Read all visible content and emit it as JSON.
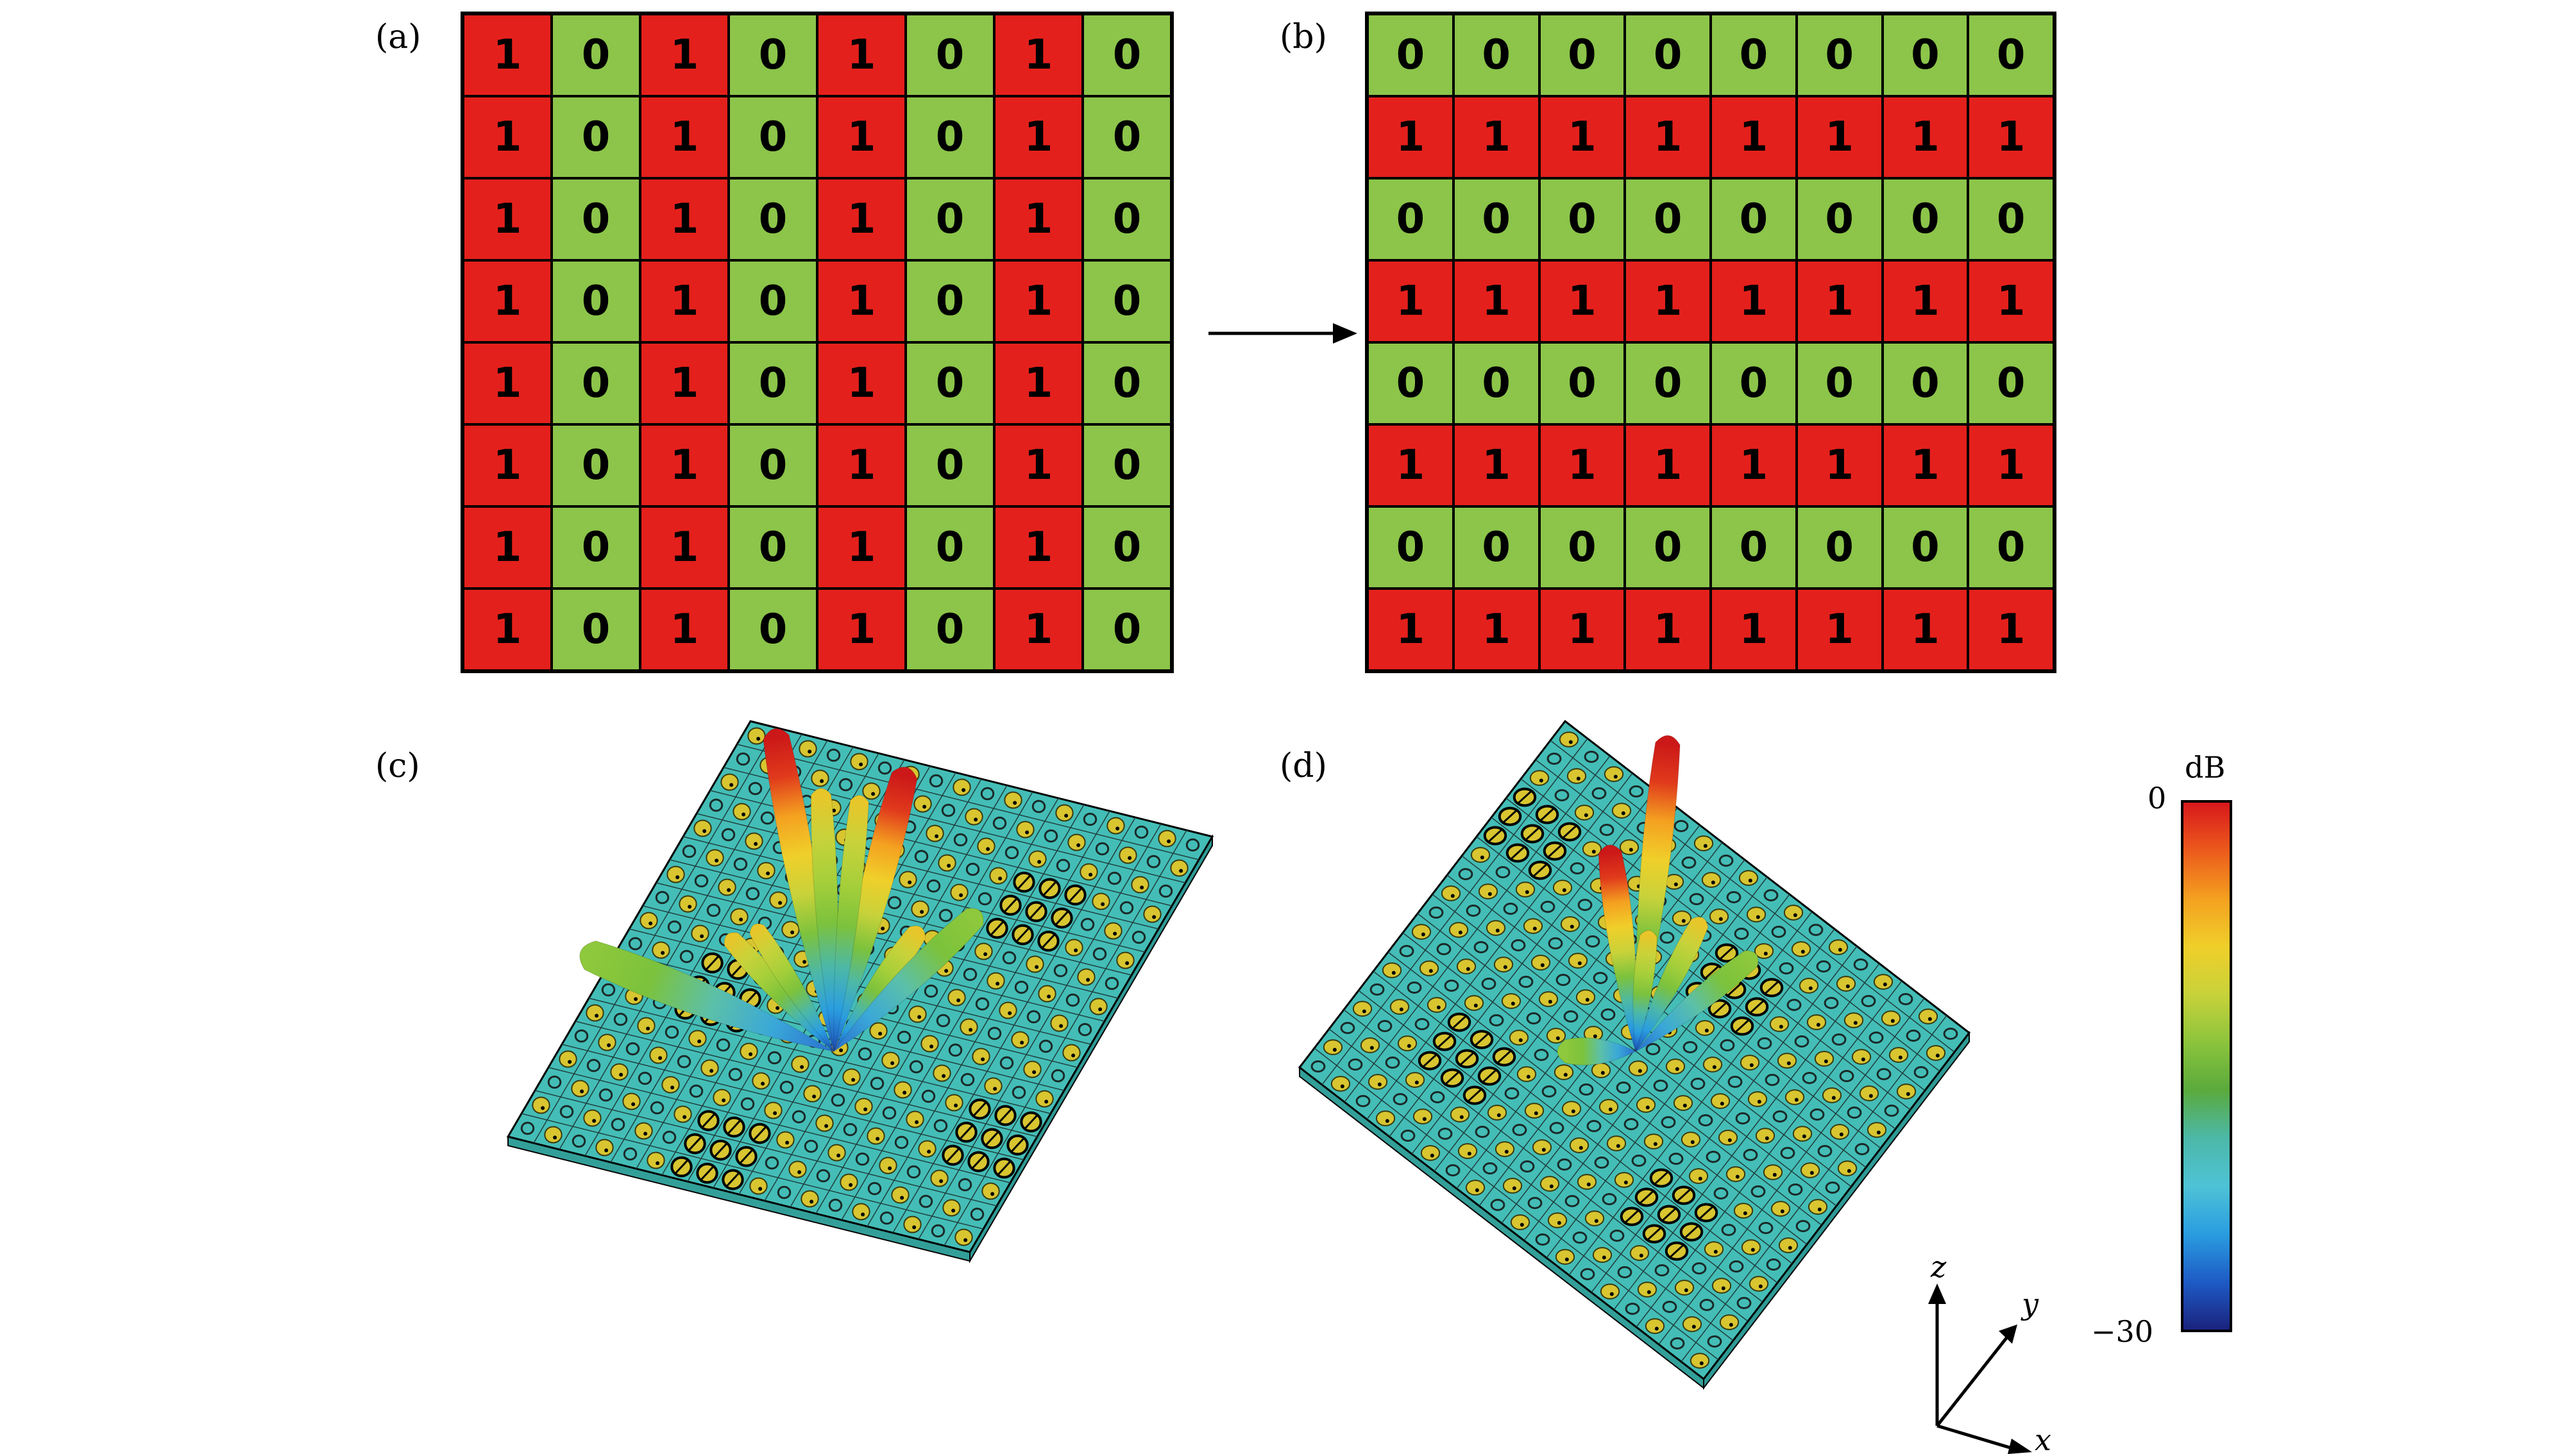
{
  "panels": {
    "a": {
      "label": "(a)"
    },
    "b": {
      "label": "(b)"
    },
    "c": {
      "label": "(c)"
    },
    "d": {
      "label": "(d)"
    }
  },
  "grid_a": [
    [
      "1",
      "0",
      "1",
      "0",
      "1",
      "0",
      "1",
      "0"
    ],
    [
      "1",
      "0",
      "1",
      "0",
      "1",
      "0",
      "1",
      "0"
    ],
    [
      "1",
      "0",
      "1",
      "0",
      "1",
      "0",
      "1",
      "0"
    ],
    [
      "1",
      "0",
      "1",
      "0",
      "1",
      "0",
      "1",
      "0"
    ],
    [
      "1",
      "0",
      "1",
      "0",
      "1",
      "0",
      "1",
      "0"
    ],
    [
      "1",
      "0",
      "1",
      "0",
      "1",
      "0",
      "1",
      "0"
    ],
    [
      "1",
      "0",
      "1",
      "0",
      "1",
      "0",
      "1",
      "0"
    ],
    [
      "1",
      "0",
      "1",
      "0",
      "1",
      "0",
      "1",
      "0"
    ]
  ],
  "grid_b": [
    [
      "0",
      "0",
      "0",
      "0",
      "0",
      "0",
      "0",
      "0"
    ],
    [
      "1",
      "1",
      "1",
      "1",
      "1",
      "1",
      "1",
      "1"
    ],
    [
      "0",
      "0",
      "0",
      "0",
      "0",
      "0",
      "0",
      "0"
    ],
    [
      "1",
      "1",
      "1",
      "1",
      "1",
      "1",
      "1",
      "1"
    ],
    [
      "0",
      "0",
      "0",
      "0",
      "0",
      "0",
      "0",
      "0"
    ],
    [
      "1",
      "1",
      "1",
      "1",
      "1",
      "1",
      "1",
      "1"
    ],
    [
      "0",
      "0",
      "0",
      "0",
      "0",
      "0",
      "0",
      "0"
    ],
    [
      "1",
      "1",
      "1",
      "1",
      "1",
      "1",
      "1",
      "1"
    ]
  ],
  "colors": {
    "state_1": "#e4201c",
    "state_0": "#8cc54a",
    "substrate": "#44bdb7",
    "patch": "#d8c530"
  },
  "colorbar": {
    "unit": "dB",
    "max_label": "0",
    "min_label": "−30",
    "stops": [
      "#1a237e",
      "#1e5bc6",
      "#2a9de0",
      "#4ec3d6",
      "#4cb8a8",
      "#5aaa3c",
      "#8cc43c",
      "#c8d23a",
      "#f0cf2a",
      "#f4a020",
      "#ec5a1c",
      "#d8181c"
    ]
  },
  "axes": {
    "z": "z",
    "y": "y",
    "x": "x"
  }
}
